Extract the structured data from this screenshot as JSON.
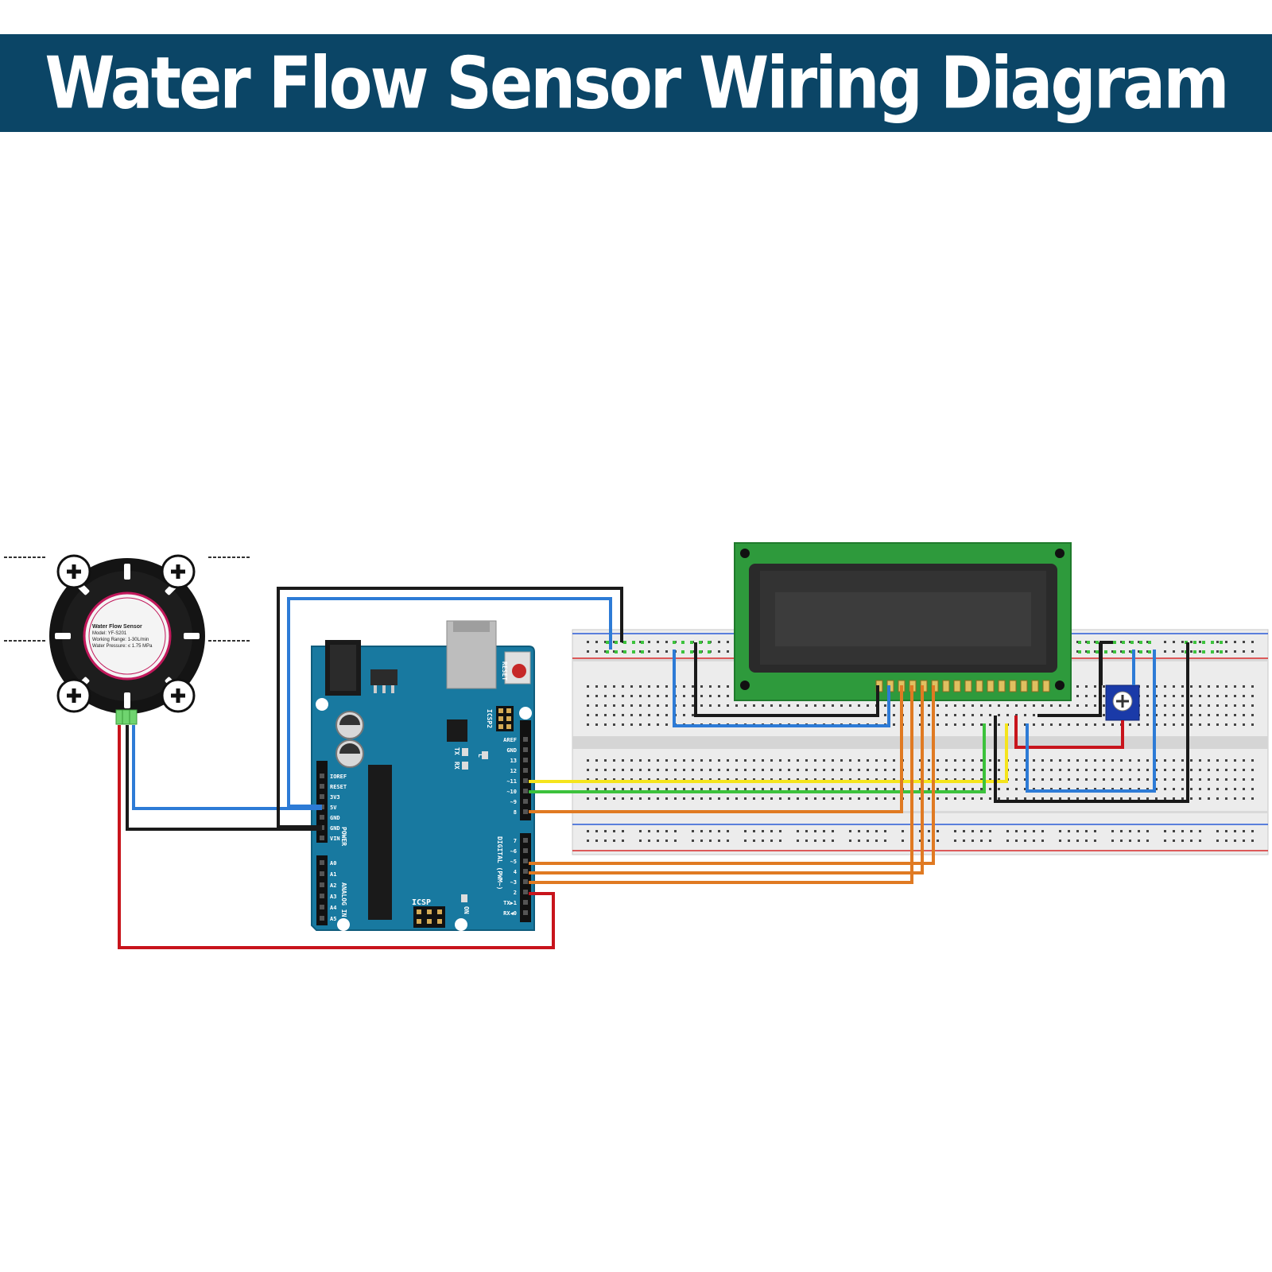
{
  "title": "Water Flow Sensor Wiring Diagram",
  "colors": {
    "title_bar": "#0b4566",
    "title_text": "#ffffff",
    "arduino_board": "#1879a0",
    "lcd_board": "#2e9a3c",
    "wire_red": "#c8141c",
    "wire_black": "#1a1a1a",
    "wire_blue": "#2d7bd6",
    "wire_yellow": "#f5e41c",
    "wire_green": "#3cc23c",
    "wire_orange": "#e07a22"
  },
  "sensor": {
    "line1": "Water Flow Sensor",
    "line2": "Model: YF-S201",
    "line3": "Working Range: 1-30L/min",
    "line4": "Water Pressure: ≤ 1.75 MPa"
  },
  "arduino": {
    "reset_label": "RESET",
    "icsp2_label": "ICSP2",
    "icsp_label": "ICSP",
    "tx_label": "TX",
    "rx_label": "RX",
    "l_label": "L",
    "on_label": "ON",
    "power_label": "POWER",
    "analog_label": "ANALOG IN",
    "digital_label": "DIGITAL (PWM~)",
    "power_pins": [
      "IOREF",
      "RESET",
      "3V3",
      "5V",
      "GND",
      "GND",
      "VIN"
    ],
    "analog_pins": [
      "A0",
      "A1",
      "A2",
      "A3",
      "A4",
      "A5"
    ],
    "digital_top": [
      "AREF",
      "GND",
      "13",
      "12",
      "~11",
      "~10",
      "~9",
      "8"
    ],
    "digital_bottom": [
      "7",
      "~6",
      "~5",
      "4",
      "~3",
      "2",
      "TX▶1",
      "RX◀0"
    ]
  }
}
